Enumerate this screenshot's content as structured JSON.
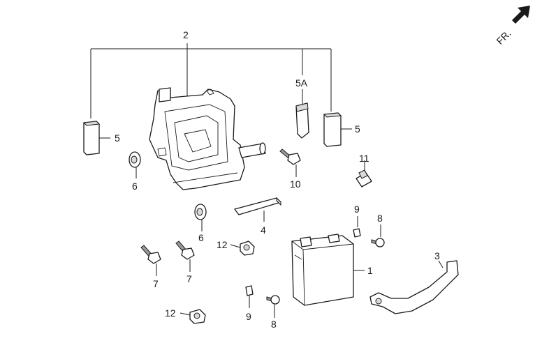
{
  "direction_label": "FR.",
  "callouts": {
    "p1": "1",
    "p2": "2",
    "p3": "3",
    "p4": "4",
    "p5a": "5",
    "p5b": "5",
    "p5A": "5A",
    "p6a": "6",
    "p6b": "6",
    "p7a": "7",
    "p7b": "7",
    "p8a": "8",
    "p8b": "8",
    "p9a": "9",
    "p9b": "9",
    "p10": "10",
    "p11": "11",
    "p12a": "12",
    "p12b": "12"
  }
}
